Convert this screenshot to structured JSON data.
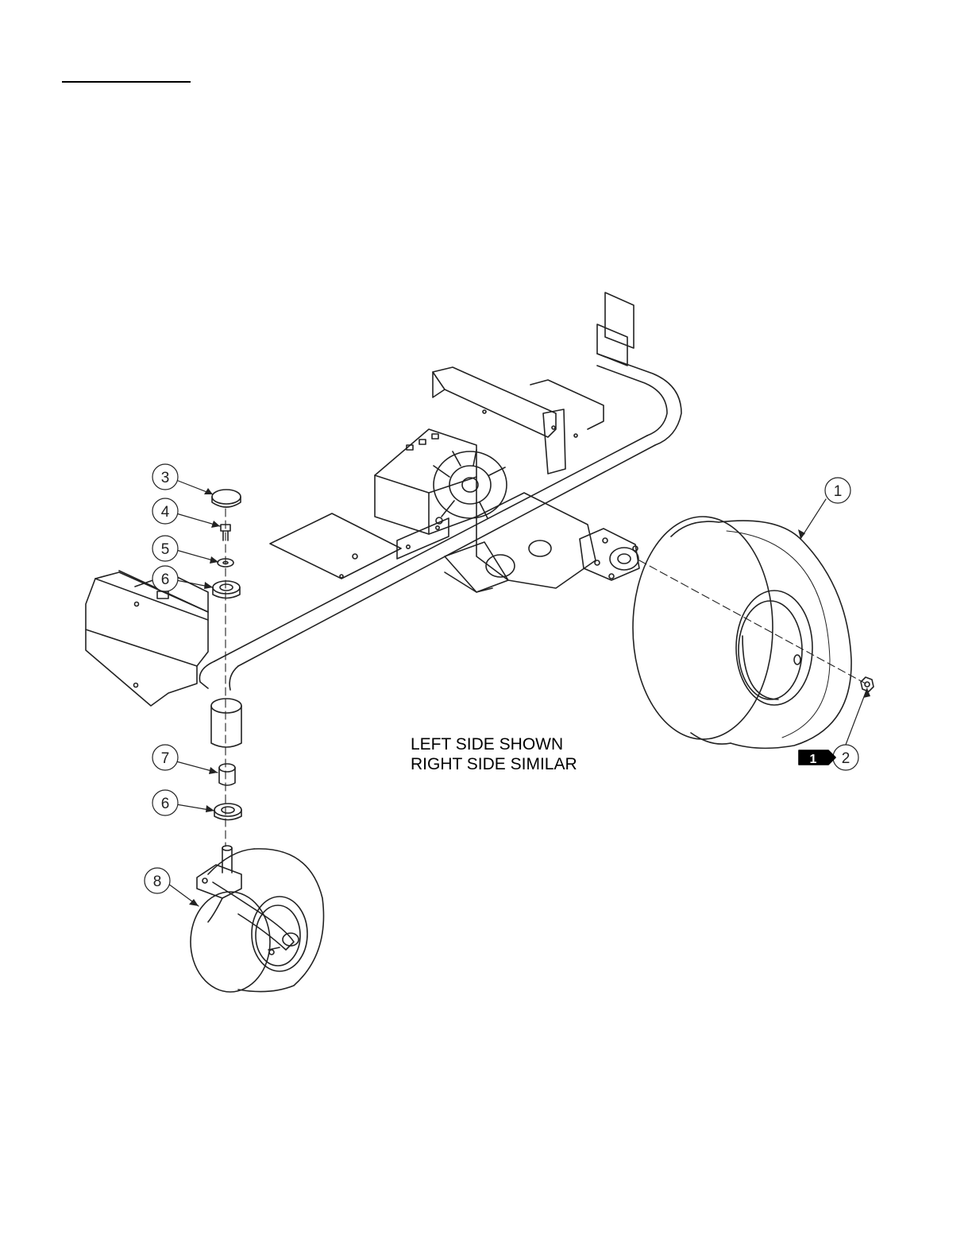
{
  "note": {
    "line1": "LEFT SIDE SHOWN",
    "line2": "RIGHT SIDE SIMILAR"
  },
  "callouts": [
    {
      "id": "1",
      "part": "rear-tire"
    },
    {
      "id": "2",
      "part": "lug-nut"
    },
    {
      "id": "3",
      "part": "dust-cap"
    },
    {
      "id": "4",
      "part": "bolt"
    },
    {
      "id": "5",
      "part": "washer"
    },
    {
      "id": "6",
      "part": "bearing-upper"
    },
    {
      "id": "6",
      "part": "bearing-lower"
    },
    {
      "id": "7",
      "part": "spacer"
    },
    {
      "id": "8",
      "part": "caster-wheel"
    }
  ],
  "reference_badge": "1",
  "colors": {
    "line": "#222222",
    "badge": "#000000"
  }
}
